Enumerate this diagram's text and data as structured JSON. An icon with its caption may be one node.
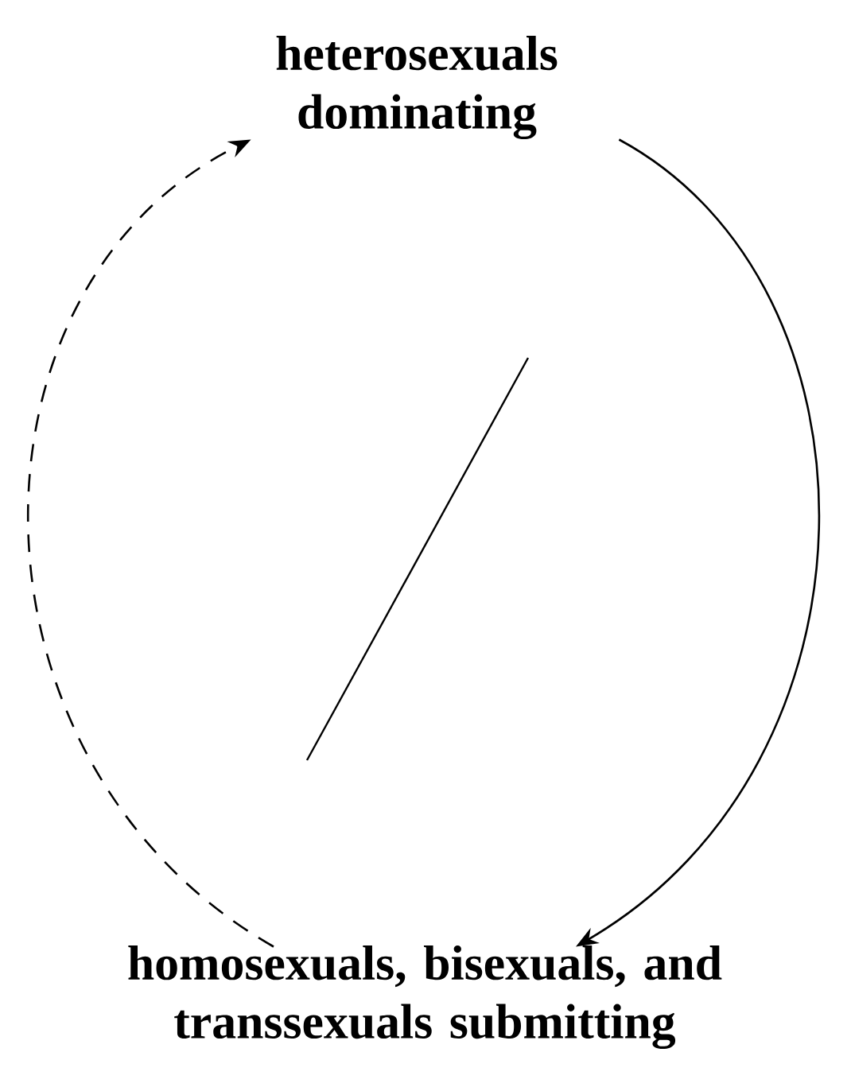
{
  "diagram": {
    "nodes": [
      {
        "text": [
          "heterosexuals dominating"
        ]
      },
      {
        "text": [
          "homosexuals, bisexuals, and transsexuals submitting"
        ]
      }
    ],
    "edges": [
      {
        "from": 0,
        "to": 1,
        "arrow": "to"
      },
      {
        "from": 1,
        "to": 0,
        "arrow": "to",
        "style": "dashed"
      }
    ]
  }
}
